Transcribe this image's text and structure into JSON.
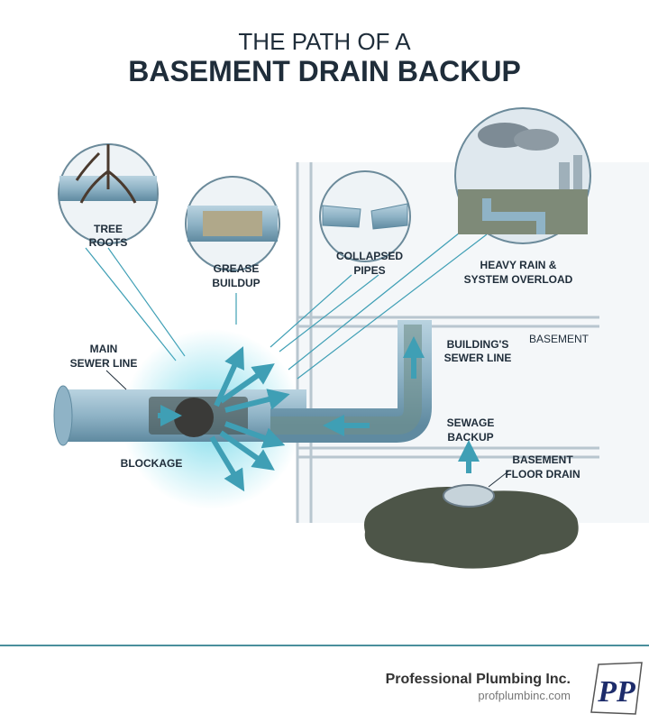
{
  "title": {
    "line1": "THE PATH OF A",
    "line2": "BASEMENT DRAIN BACKUP"
  },
  "callouts": {
    "tree_roots": [
      "TREE",
      "ROOTS"
    ],
    "grease_buildup": [
      "GREASE",
      "BUILDUP"
    ],
    "collapsed_pipes": [
      "COLLAPSED",
      "PIPES"
    ],
    "heavy_rain": [
      "HEAVY RAIN &",
      "SYSTEM OVERLOAD"
    ]
  },
  "labels": {
    "main_sewer_line": [
      "MAIN",
      "SEWER LINE"
    ],
    "blockage": "BLOCKAGE",
    "basement": "BASEMENT",
    "buildings_sewer_line": [
      "BUILDING'S",
      "SEWER LINE"
    ],
    "sewage_backup": [
      "SEWAGE",
      "BACKUP"
    ],
    "basement_floor_drain": [
      "BASEMENT",
      "FLOOR DRAIN"
    ]
  },
  "footer": {
    "company": "Professional Plumbing Inc.",
    "website": "profplumbinc.com",
    "logo_text": "PP"
  },
  "colors": {
    "accent": "#3f9fb5",
    "pipe": "#8fb3c6",
    "dark": "#1f2d3a",
    "divider": "#4a8f9c"
  }
}
